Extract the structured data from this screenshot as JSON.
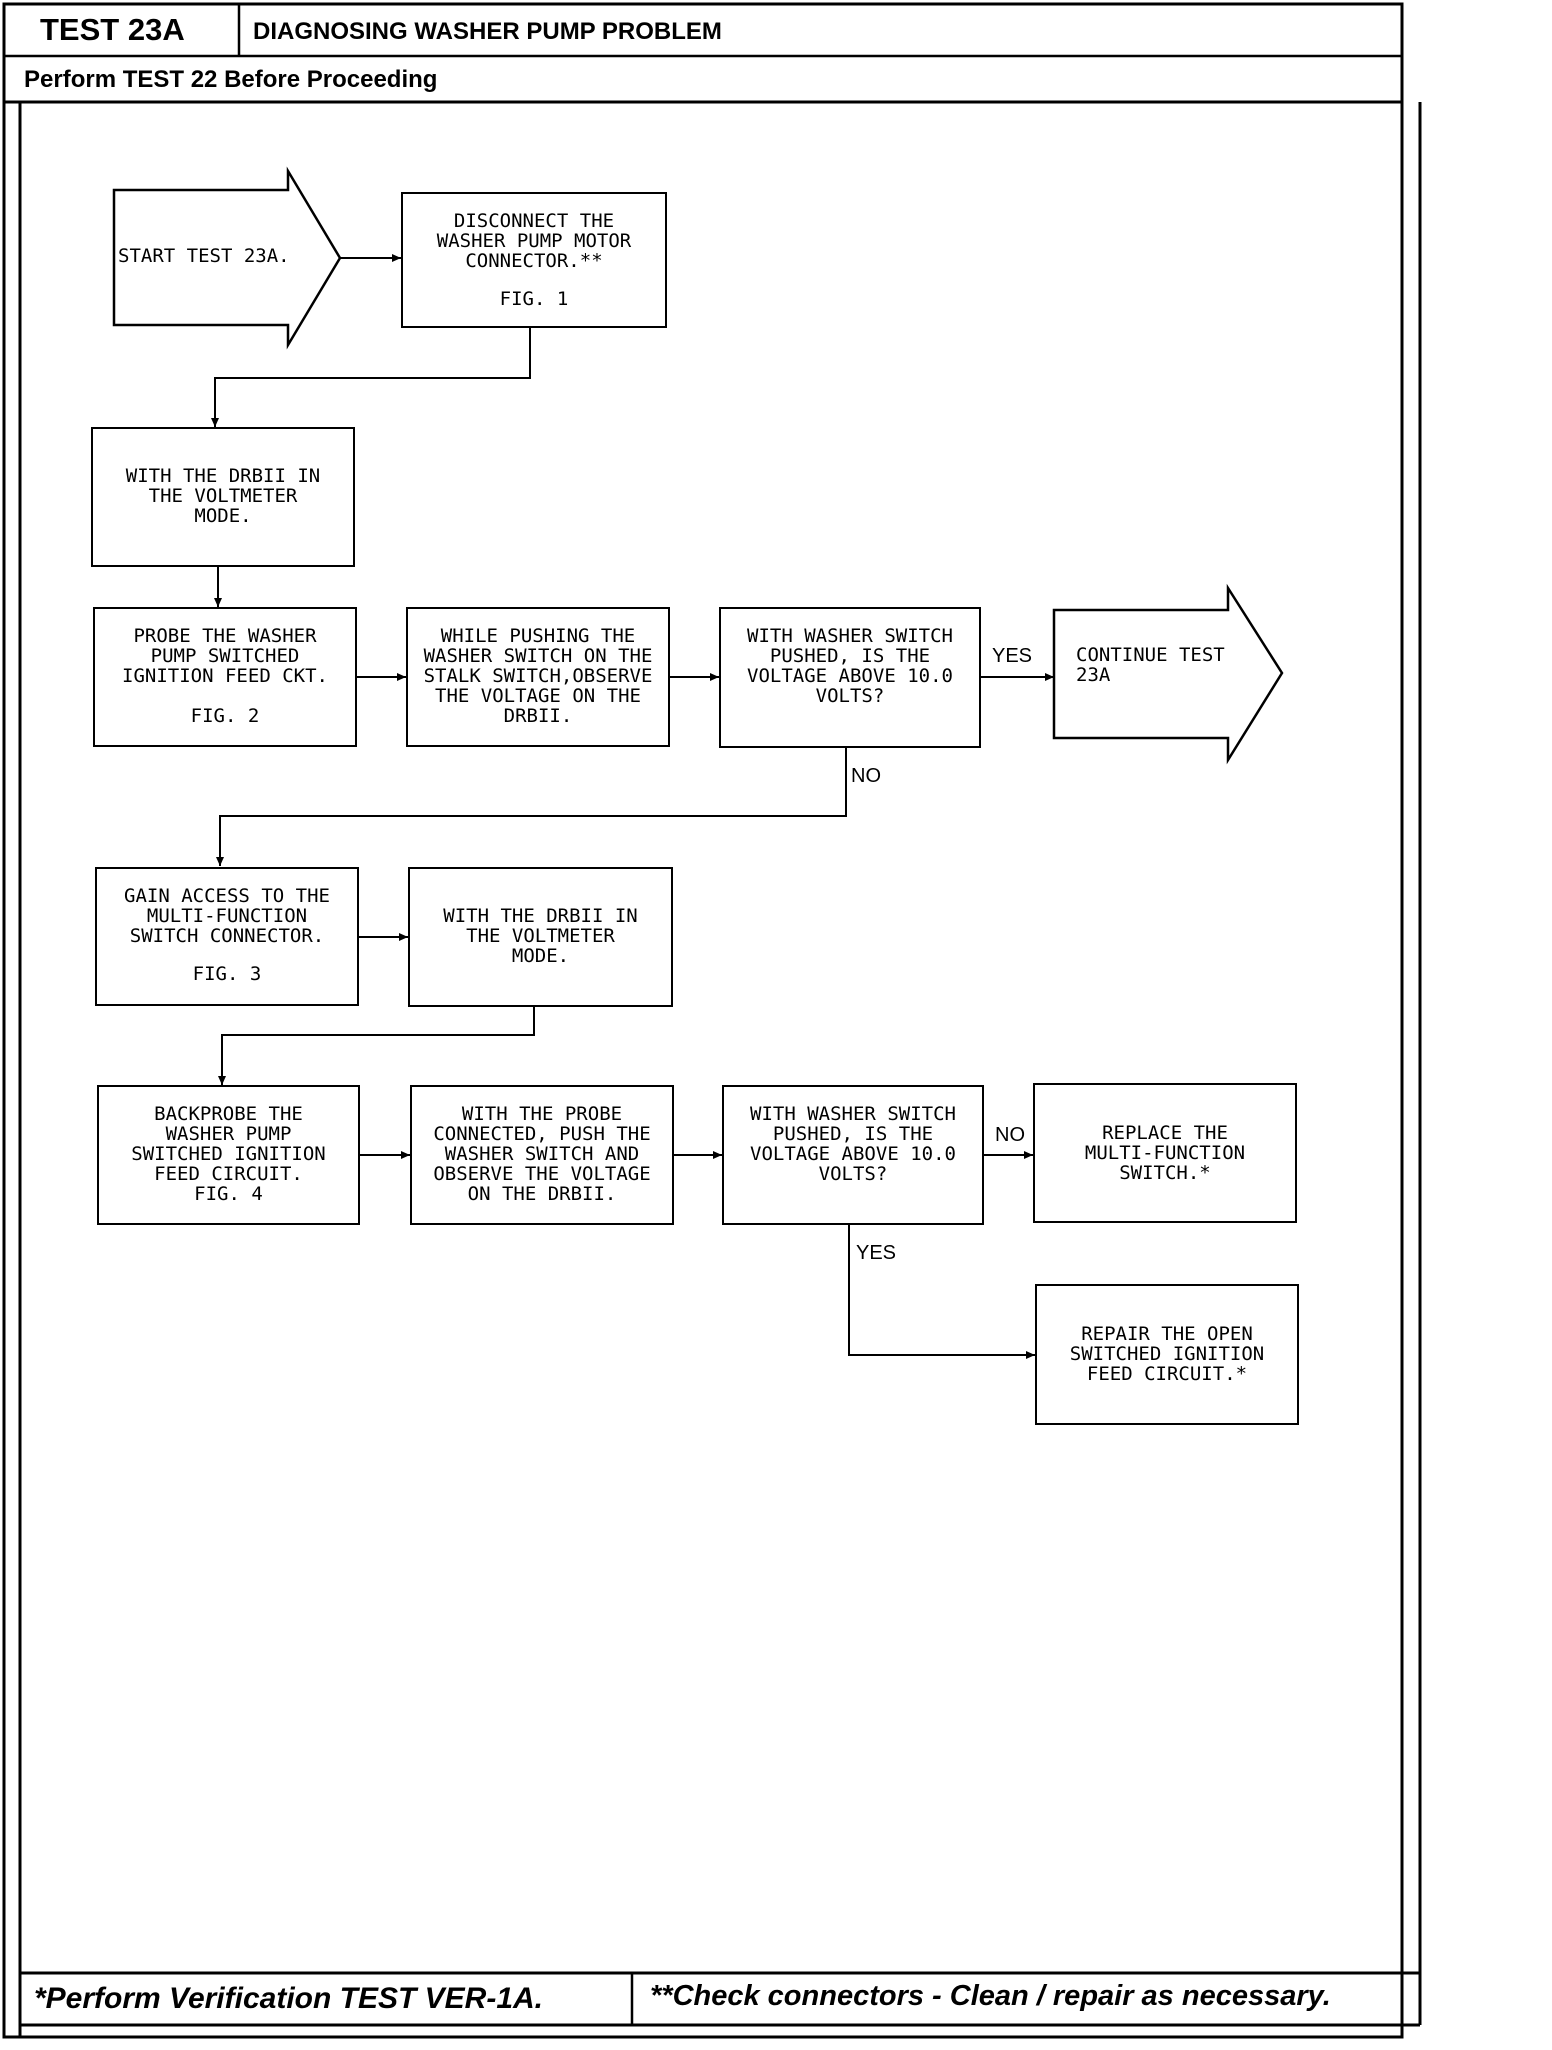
{
  "header": {
    "test_id": "TEST 23A",
    "title": "DIAGNOSING WASHER PUMP PROBLEM",
    "prerequisite": "Perform TEST 22 Before Proceeding"
  },
  "flow": {
    "start": "START TEST 23A.",
    "disconnect": "DISCONNECT THE\nWASHER PUMP MOTOR\nCONNECTOR.**",
    "disconnect_fig": "FIG. 1",
    "voltmeter1": "WITH THE DRBII IN\nTHE VOLTMETER\nMODE.",
    "probe": "PROBE THE WASHER\nPUMP SWITCHED\nIGNITION FEED CKT.",
    "probe_fig": "FIG. 2",
    "push_observe": "WHILE PUSHING THE\nWASHER SWITCH ON THE\nSTALK SWITCH,OBSERVE\nTHE VOLTAGE ON THE\nDRBII.",
    "decision1": "WITH WASHER SWITCH\nPUSHED, IS THE\nVOLTAGE ABOVE 10.0\nVOLTS?",
    "yes1": "YES",
    "continue": "CONTINUE TEST\n23A",
    "no1": "NO",
    "gain_access": "GAIN ACCESS TO THE\nMULTI-FUNCTION\nSWITCH CONNECTOR.",
    "gain_access_fig": "FIG. 3",
    "voltmeter2": "WITH THE DRBII IN\nTHE VOLTMETER\nMODE.",
    "backprobe": "BACKPROBE THE\nWASHER PUMP\nSWITCHED IGNITION\nFEED CIRCUIT.\nFIG. 4",
    "probe_connected": "WITH THE PROBE\nCONNECTED, PUSH THE\nWASHER SWITCH AND\nOBSERVE THE VOLTAGE\nON THE DRBII.",
    "decision2": "WITH WASHER SWITCH\nPUSHED, IS THE\nVOLTAGE ABOVE 10.0\nVOLTS?",
    "no2": "NO",
    "replace": "REPLACE THE\nMULTI-FUNCTION\nSWITCH.*",
    "yes2": "YES",
    "repair": "REPAIR THE OPEN\nSWITCHED IGNITION\nFEED CIRCUIT.*"
  },
  "footer": {
    "left": "*Perform Verification TEST VER-1A.",
    "right": "**Check connectors - Clean / repair as necessary."
  }
}
